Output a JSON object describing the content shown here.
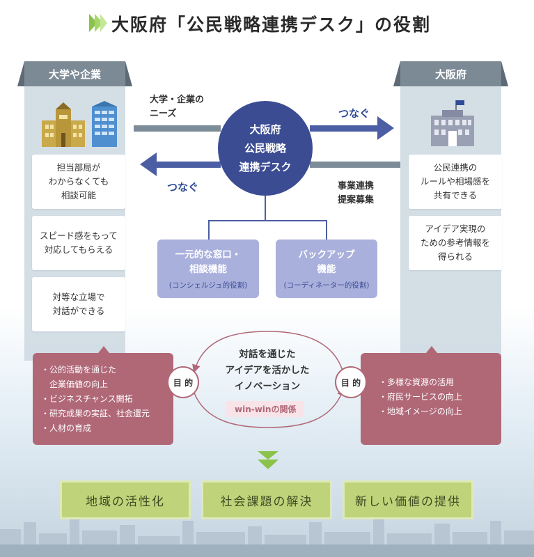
{
  "title": "大阪府「公民戦略連携デスク」の役割",
  "colors": {
    "hub": "#3b4c93",
    "arrow_blue": "#4c5ea3",
    "arrow_gray": "#7c8c99",
    "purpose": "#b06877",
    "function_box": "#a9b0dc",
    "result": "#bfd47a",
    "column_tab": "#7c8a96"
  },
  "left_column": {
    "header": "大学や企業",
    "icons": [
      "university-building-icon",
      "office-building-icon"
    ],
    "cards": [
      [
        "担当部局が",
        "わからなくても",
        "相談可能"
      ],
      [
        "スピード感をもって",
        "対応してもらえる"
      ],
      [
        "対等な立場で",
        "対話ができる"
      ]
    ],
    "purpose_items": [
      "公的活動を通じた",
      "企業価値の向上",
      "ビジネスチャンス開拓",
      "研究成果の実証、社会還元",
      "人材の育成"
    ]
  },
  "right_column": {
    "header": "大阪府",
    "icons": [
      "government-building-icon"
    ],
    "cards": [
      [
        "公民連携の",
        "ルールや相場感を",
        "共有できる"
      ],
      [
        "アイデア実現の",
        "ための参考情報を",
        "得られる"
      ]
    ],
    "purpose_items": [
      "多様な資源の活用",
      "府民サービスの向上",
      "地域イメージの向上"
    ]
  },
  "flows": {
    "top_label": [
      "大学・企業の",
      "ニーズ"
    ],
    "top_connect": "つなぐ",
    "bottom_label": [
      "事業連携",
      "提案募集"
    ],
    "bottom_connect": "つなぐ"
  },
  "hub": [
    "大阪府",
    "公民戦略",
    "連携デスク"
  ],
  "functions": [
    {
      "lines": [
        "一元的な窓口・",
        "相談機能"
      ],
      "sub": "(コンシェルジュ的役割)"
    },
    {
      "lines": [
        "バックアップ",
        "機能"
      ],
      "sub": "(コーディネーター的役割)"
    }
  ],
  "purpose_badge": "目 的",
  "dialog": {
    "lines": [
      "対話を通じた",
      "アイデアを活かした",
      "イノベーション"
    ],
    "winwin": "win-winの関係"
  },
  "results": [
    "地域の活性化",
    "社会課題の解決",
    "新しい価値の提供"
  ]
}
